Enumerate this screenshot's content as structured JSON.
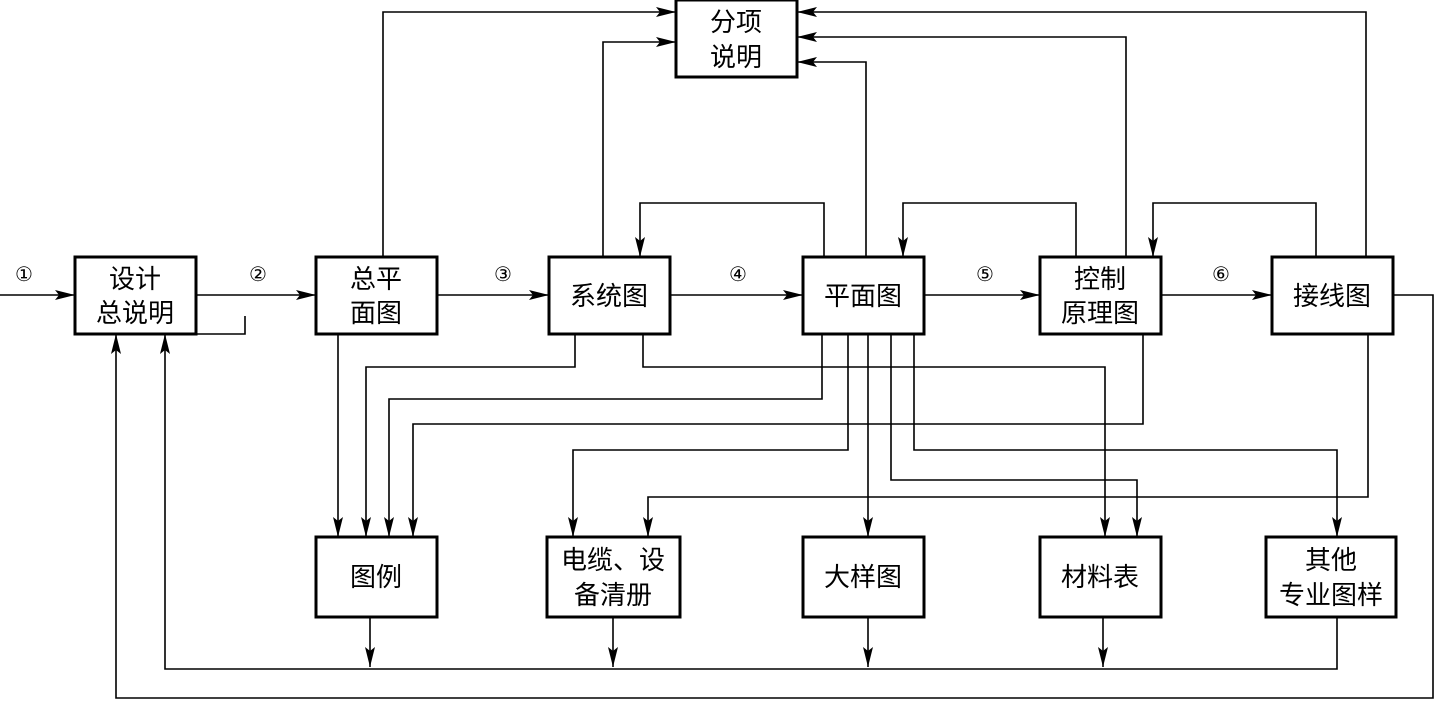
{
  "nodes": {
    "design_notes": [
      "设计",
      "总说明"
    ],
    "site_plan": [
      "总平",
      "面图"
    ],
    "itemized_notes": [
      "分项",
      "说明"
    ],
    "system_diagram": [
      "系统图"
    ],
    "floor_plan": [
      "平面图"
    ],
    "control_schematic": [
      "控制",
      "原理图"
    ],
    "wiring_diagram": [
      "接线图"
    ],
    "legend": [
      "图例"
    ],
    "cable_equipment_list": [
      "电缆、设",
      "备清册"
    ],
    "detail_drawing": [
      "大样图"
    ],
    "material_list": [
      "材料表"
    ],
    "other_discipline_drawings": [
      "其他",
      "专业图样"
    ]
  },
  "steps": [
    "①",
    "②",
    "③",
    "④",
    "⑤",
    "⑥"
  ]
}
